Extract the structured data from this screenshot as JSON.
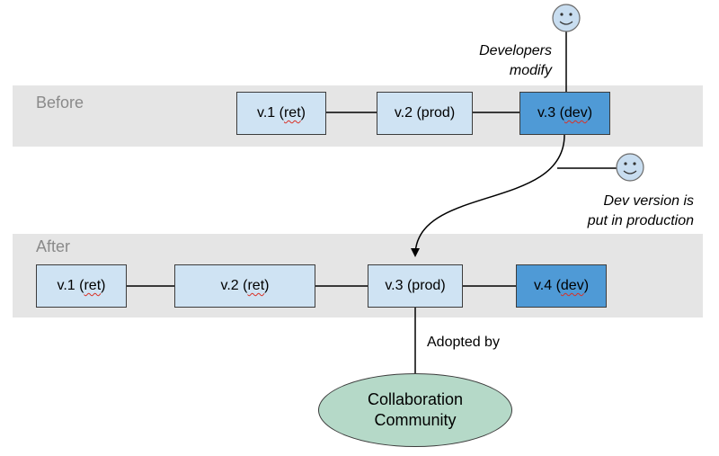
{
  "colors": {
    "band": "#e5e5e5",
    "box_light": "#cfe3f3",
    "box_dark": "#4f9ad6",
    "community_fill": "#b5d9c8",
    "face_fill": "#c8ddf0",
    "spellcheck_underline": "#d93025"
  },
  "before": {
    "label": "Before",
    "boxes": [
      {
        "prefix": "v.1 (",
        "word": "ret",
        "suffix": ")"
      },
      {
        "text": "v.2 (prod)"
      },
      {
        "prefix": "v.3 (",
        "word": "dev",
        "suffix": ")"
      }
    ]
  },
  "after": {
    "label": "After",
    "boxes": [
      {
        "prefix": "v.1 (",
        "word": "ret",
        "suffix": ")"
      },
      {
        "prefix": "v.2 (",
        "word": "ret",
        "suffix": ")"
      },
      {
        "text": "v.3 (prod)"
      },
      {
        "prefix": "v.4 (",
        "word": "dev",
        "suffix": ")"
      }
    ]
  },
  "notes": {
    "developers_line1": "Developers",
    "developers_line2": "modify",
    "dev_version_line1": "Dev version is",
    "dev_version_line2": "put in production",
    "adopted_by": "Adopted by"
  },
  "community": {
    "line1": "Collaboration",
    "line2": "Community"
  },
  "icons": {
    "person_top": "smiley-face-icon",
    "person_mid": "smiley-face-icon"
  }
}
